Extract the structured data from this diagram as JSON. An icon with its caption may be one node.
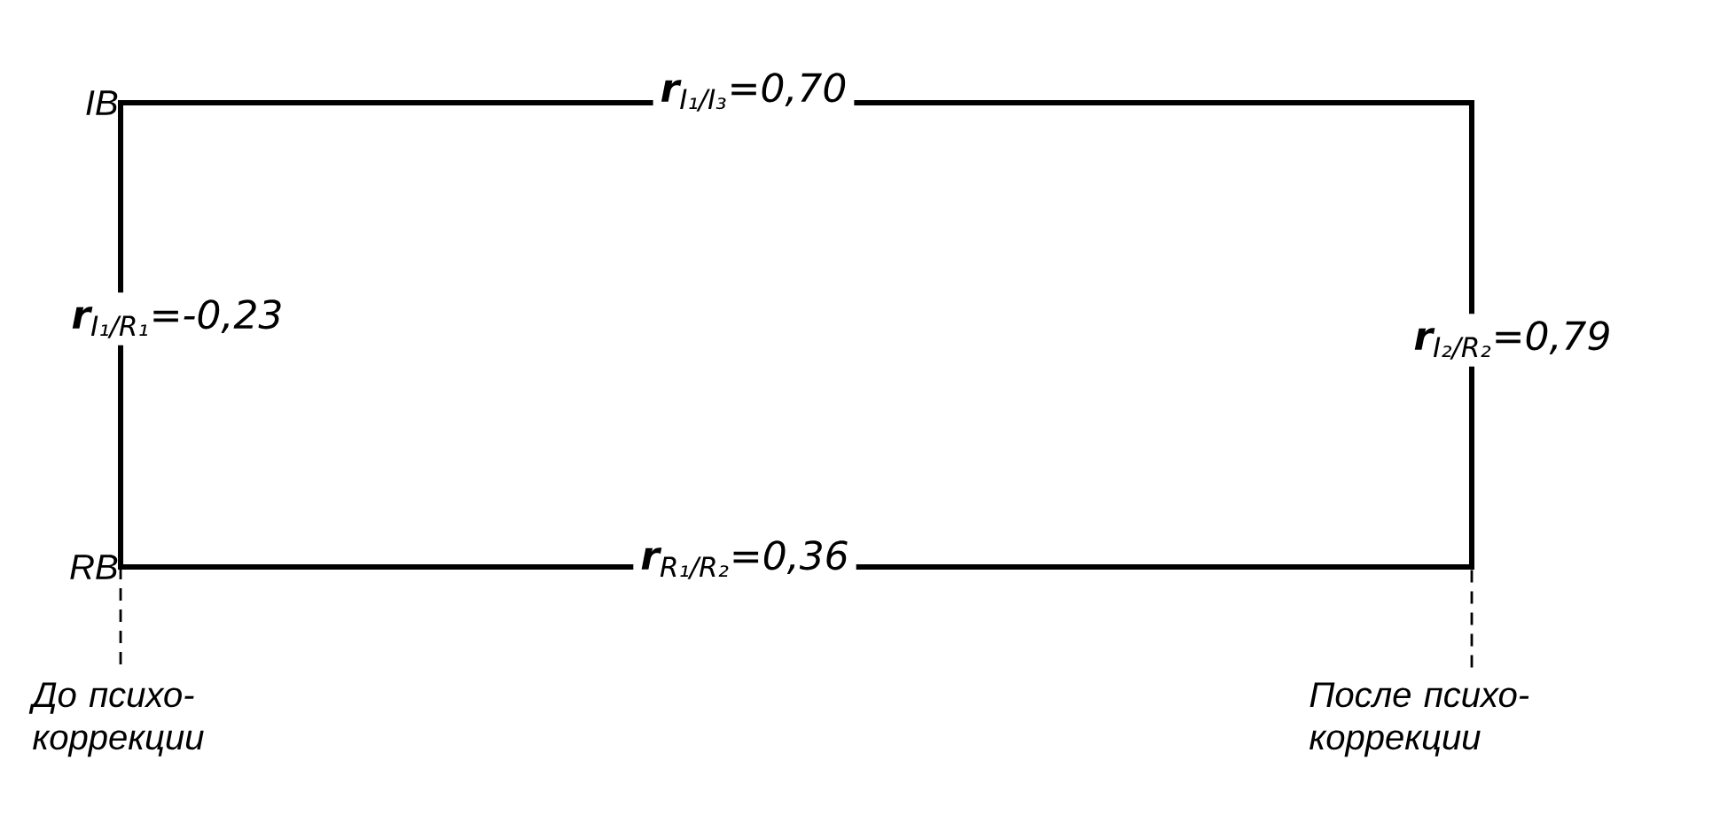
{
  "diagram": {
    "nodes": [
      {
        "text": [
          "IB"
        ]
      },
      {
        "text": [
          "RB"
        ]
      },
      {
        "text": [],
        "shape": "point"
      },
      {
        "text": [],
        "shape": "point"
      },
      {
        "text": [
          "До психо- коррекции"
        ]
      },
      {
        "text": [
          "После психо- коррекции"
        ]
      }
    ],
    "edges": [
      {
        "from": 0,
        "to": 2,
        "arrow": "none",
        "label": "**r**$_{I₁/I₃}$=0,70"
      },
      {
        "from": 0,
        "to": 1,
        "arrow": "none",
        "label": "**r**$_{I₁/R₁}$=-0,23"
      },
      {
        "from": 2,
        "to": 3,
        "arrow": "none",
        "label": "**r**$_{I₂/R₂}$=0,79"
      },
      {
        "from": 1,
        "to": 3,
        "arrow": "none",
        "label": "**r**$_{R₁/R₂}$=0,36"
      },
      {
        "from": 1,
        "to": 4,
        "arrow": "none",
        "style": "dashed"
      },
      {
        "from": 3,
        "to": 5,
        "arrow": "none",
        "style": "dashed"
      }
    ]
  }
}
